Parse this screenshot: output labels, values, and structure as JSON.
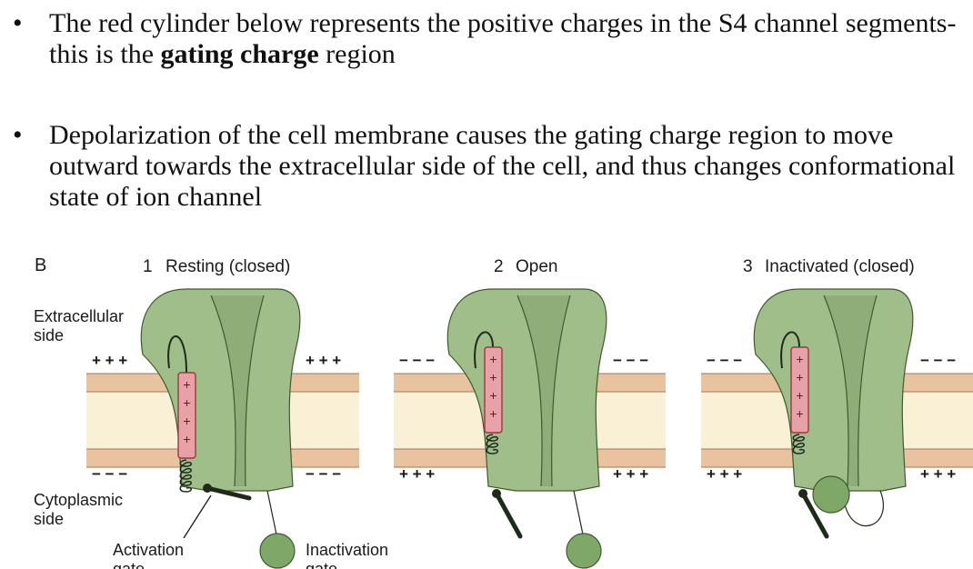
{
  "bullets": [
    {
      "pre": "The red cylinder below represents the positive charges in the S4 channel segments- this is the ",
      "bold": "gating charge",
      "post": " region"
    },
    {
      "pre": "Depolarization of the cell membrane causes the gating charge region to move outward towards the extracellular side of the cell, and thus changes conformational state of ion channel",
      "bold": "",
      "post": ""
    }
  ],
  "bullet_symbol": "•",
  "figure": {
    "panel_letter": "B",
    "states": [
      {
        "number": "1",
        "label": "Resting (closed)",
        "top_charges": "+ + +",
        "bottom_charges": "− − −"
      },
      {
        "number": "2",
        "label": "Open",
        "top_charges": "− − −",
        "bottom_charges": "+ + +"
      },
      {
        "number": "3",
        "label": "Inactivated (closed)",
        "top_charges": "− − −",
        "bottom_charges": "+ + +"
      }
    ],
    "extracellular_label": [
      "Extracellular",
      "side"
    ],
    "cytoplasmic_label": [
      "Cytoplasmic",
      "side"
    ],
    "activation_gate_label": [
      "Activation",
      "gate"
    ],
    "inactivation_gate_label": [
      "Inactivation",
      "gate"
    ],
    "cylinder_charge": "+",
    "colors": {
      "channel": "#9fbe8a",
      "channel_dark": "#7f9f6a",
      "channel_outline": "#3f5a2e",
      "membrane_band": "#e9c3a0",
      "membrane_core": "#f9f0d6",
      "cylinder": "#e7a2a8",
      "cylinder_outline": "#a2363e",
      "gate_ball": "#7fa868"
    }
  }
}
